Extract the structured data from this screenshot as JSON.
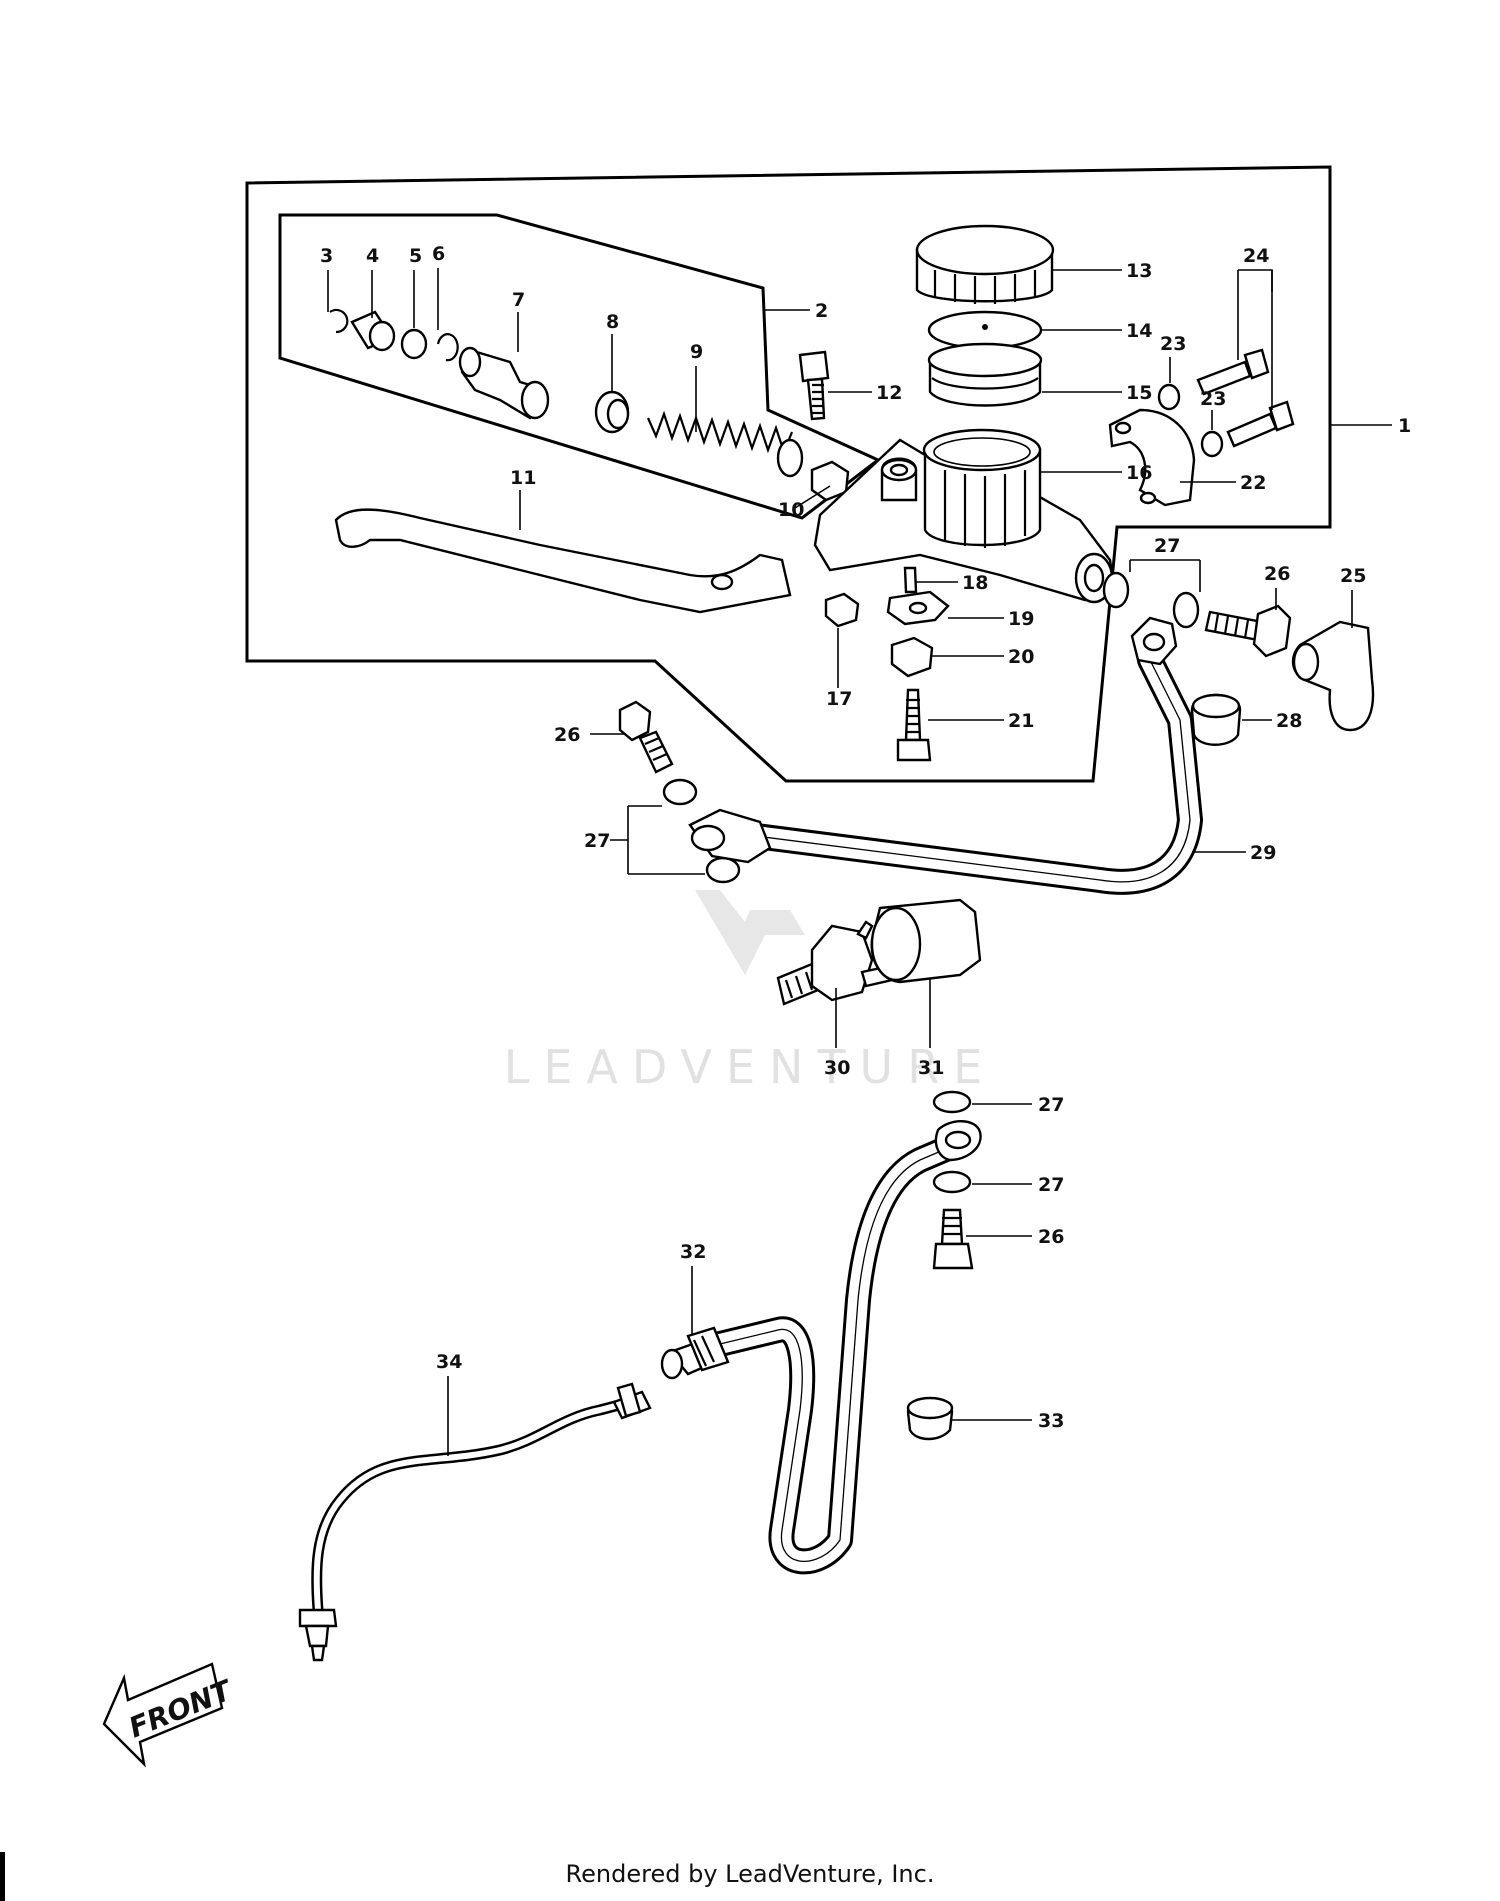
{
  "callouts": {
    "c1": "1",
    "c2": "2",
    "c3": "3",
    "c4": "4",
    "c5": "5",
    "c6": "6",
    "c7": "7",
    "c8": "8",
    "c9": "9",
    "c10": "10",
    "c11": "11",
    "c12": "12",
    "c13": "13",
    "c14": "14",
    "c15": "15",
    "c16": "16",
    "c17": "17",
    "c18": "18",
    "c19": "19",
    "c20": "20",
    "c21": "21",
    "c22": "22",
    "c23": "23",
    "c24": "24",
    "c25": "25",
    "c26": "26",
    "c27": "27",
    "c28": "28",
    "c29": "29",
    "c30": "30",
    "c31": "31",
    "c32": "32",
    "c33": "33",
    "c34": "34"
  },
  "front_arrow": "FRONT",
  "watermark": "LEADVENTURE",
  "footer": "Rendered by LeadVenture, Inc."
}
